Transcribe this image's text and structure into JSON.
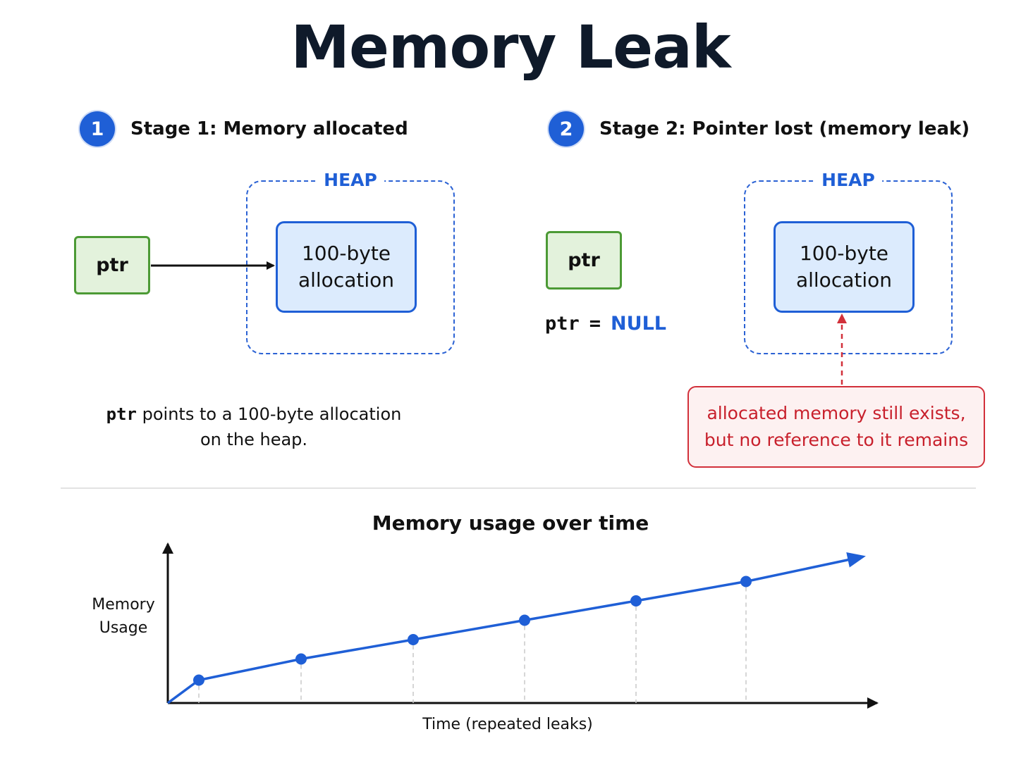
{
  "title": "Memory Leak",
  "stage1": {
    "number": "1",
    "title": "Stage 1: Memory allocated",
    "heap_label": "HEAP",
    "ptr_label": "ptr",
    "alloc_line1": "100-byte",
    "alloc_line2": "allocation",
    "caption_code": "ptr",
    "caption_rest": " points to a 100-byte allocation",
    "caption_line2": "on the heap."
  },
  "stage2": {
    "number": "2",
    "title": "Stage 2: Pointer lost (memory leak)",
    "heap_label": "HEAP",
    "ptr_label": "ptr",
    "alloc_line1": "100-byte",
    "alloc_line2": "allocation",
    "null_var": "ptr",
    "null_eq": "=",
    "null_value": "NULL",
    "note_line1": "allocated memory still exists,",
    "note_line2": "but no reference to it remains"
  },
  "colors": {
    "accent": "#1f5fd6",
    "ptr_fill": "#e3f2dc",
    "ptr_border": "#4c9a35",
    "alloc_fill": "#dcebfd",
    "leak_red": "#d2303a"
  },
  "chart_data": {
    "type": "line",
    "title": "Memory usage over time",
    "xlabel": "Time (repeated leaks)",
    "ylabel": "Memory Usage",
    "series": [
      {
        "values": [
          0.13,
          0.25,
          0.36,
          0.47,
          0.58,
          0.69
        ]
      }
    ],
    "trend": "increasing",
    "grid": "dashed vertical guides at points",
    "axis_ticks": false
  }
}
